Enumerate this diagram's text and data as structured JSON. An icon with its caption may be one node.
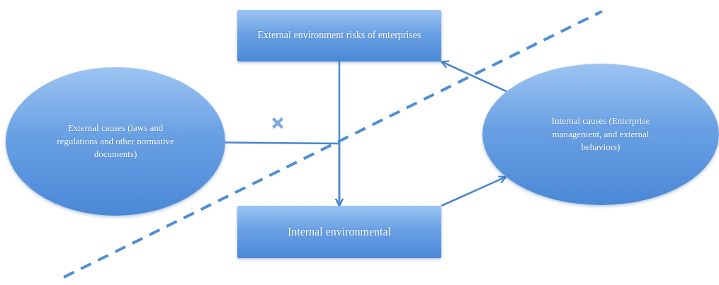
{
  "diagram": {
    "nodes": [
      {
        "text": [
          "External environment risks of enterprises"
        ]
      },
      {
        "text": [
          "External causes (laws and regulations and other normative documents)"
        ]
      },
      {
        "text": [
          "Internal causes (Enterprise management, and external behaviors)"
        ]
      },
      {
        "text": [
          "Internal environmental"
        ]
      }
    ],
    "edges": [
      {
        "from": 0,
        "to": 3,
        "arrow": "to"
      },
      {
        "from": 1,
        "to": 3,
        "arrow": "to"
      },
      {
        "from": 2,
        "to": 0,
        "arrow": "to"
      },
      {
        "from": 3,
        "to": 2,
        "arrow": "to"
      }
    ]
  }
}
